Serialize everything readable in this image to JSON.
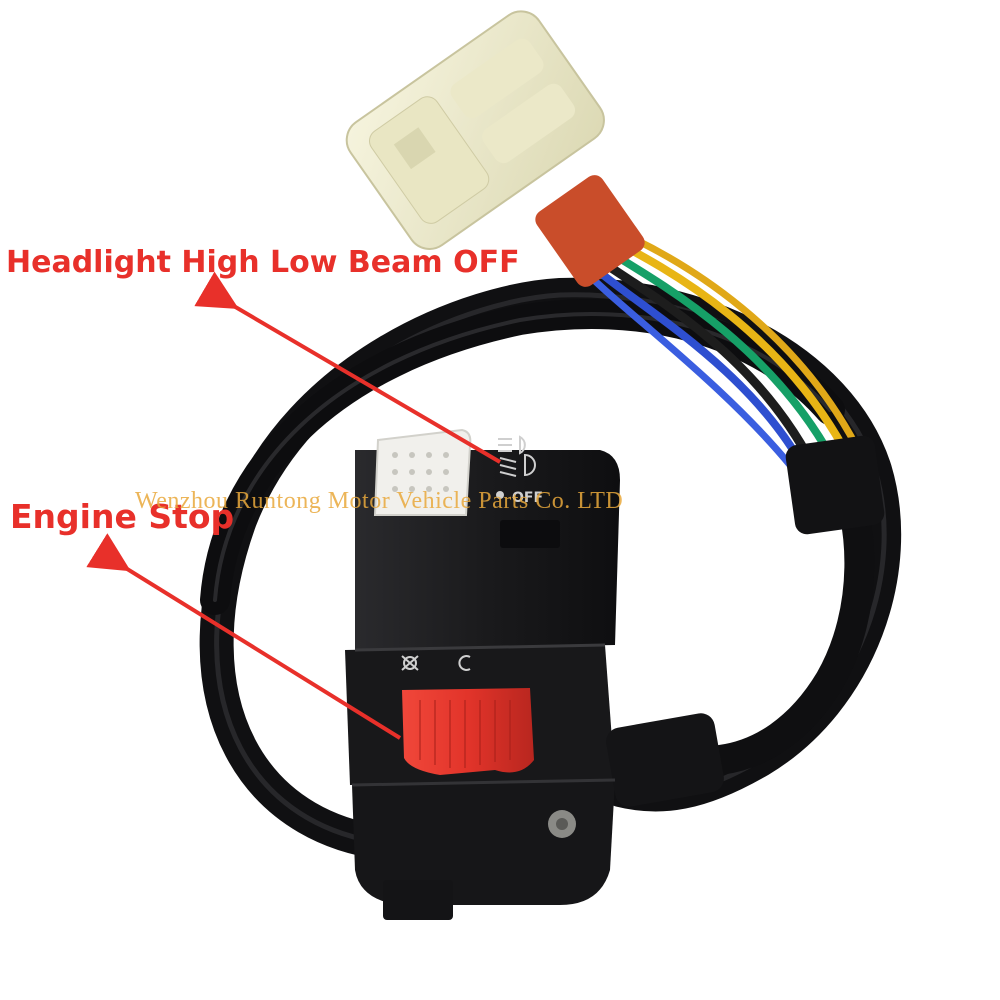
{
  "labels": {
    "headlight": "Headlight High Low Beam OFF",
    "engine_stop": "Engine Stop"
  },
  "watermark": "Wenzhou Runtong Motor Vehicle Parts Co. LTD",
  "switch_text": {
    "off": "OFF"
  },
  "colors": {
    "label_red": "#e8302a",
    "arrow_red": "#e8302a",
    "watermark": "#e9a93c",
    "housing": "#1c1c1e",
    "connector": "#eeeccf",
    "engine_stop_button": "#e23a2a",
    "headlight_switch": "#f1f0ec",
    "wire_colors": [
      "#e8b515",
      "#2e4fd0",
      "#16a067",
      "#e0a818",
      "#1d1d1d"
    ]
  },
  "icons": [
    "high-beam-icon",
    "low-beam-icon",
    "engine-stop-icon",
    "engine-run-icon"
  ]
}
